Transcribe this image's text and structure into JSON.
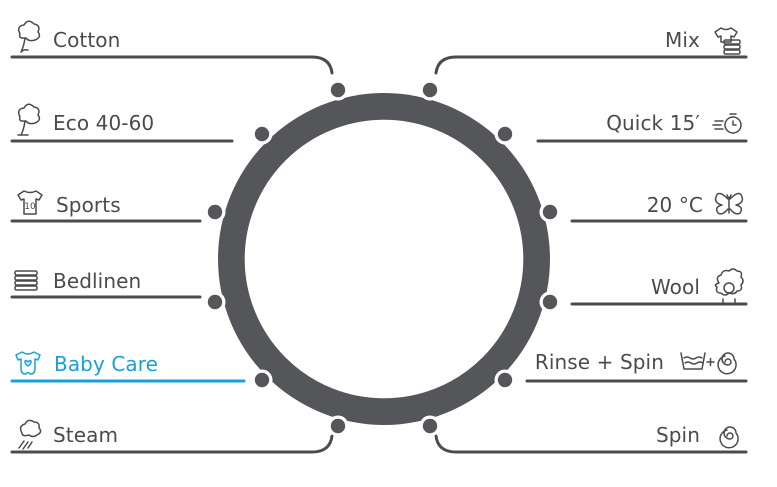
{
  "colors": {
    "ink": "#4a4b4d",
    "ring": "#55565a",
    "selected": "#1aa0d8",
    "background": "#ffffff"
  },
  "selected_program": "Baby Care",
  "programs_left": [
    {
      "label": "Cotton",
      "icon": "cotton-icon",
      "selected": false
    },
    {
      "label": "Eco 40-60",
      "icon": "eco-cotton-icon",
      "selected": false
    },
    {
      "label": "Sports",
      "icon": "sports-shirt-icon",
      "selected": false
    },
    {
      "label": "Bedlinen",
      "icon": "bedlinen-icon",
      "selected": false
    },
    {
      "label": "Baby Care",
      "icon": "baby-bodysuit-icon",
      "selected": true
    },
    {
      "label": "Steam",
      "icon": "steam-icon",
      "selected": false
    }
  ],
  "programs_right": [
    {
      "label": "Mix",
      "icon": "mixed-clothes-icon",
      "selected": false
    },
    {
      "label": "Quick 15′",
      "icon": "quick-timer-icon",
      "selected": false
    },
    {
      "label": "20 °C",
      "icon": "butterfly-icon",
      "selected": false
    },
    {
      "label": "Wool",
      "icon": "sheep-icon",
      "selected": false
    },
    {
      "label": "Rinse + Spin",
      "icon": "rinse-spin-icon",
      "selected": false
    },
    {
      "label": "Spin",
      "icon": "spin-icon",
      "selected": false
    }
  ]
}
